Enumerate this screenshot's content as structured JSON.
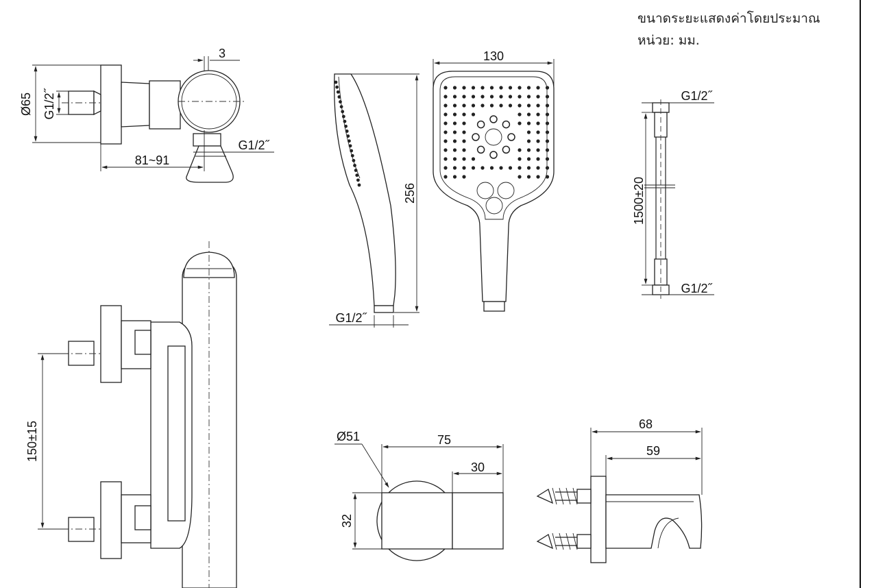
{
  "notes": {
    "line1": "ขนาดระยะแสดงค่าโดยประมาณ",
    "line2": "หน่วย: มม."
  },
  "dimensions": {
    "valve_top": {
      "diameter": "Ø65",
      "inlet": "G1/2˝",
      "gap": "3",
      "outlet": "G1/2˝",
      "depth": "81~91"
    },
    "valve_front": {
      "spacing": "150±15"
    },
    "hand_shower": {
      "width": "130",
      "length": "256",
      "thread": "G1/2˝"
    },
    "hose": {
      "top_thread": "G1/2˝",
      "length": "1500±20",
      "bottom_thread": "G1/2˝"
    },
    "holder": {
      "diameter": "Ø51",
      "length": "75",
      "part": "30",
      "height": "32"
    },
    "elbow": {
      "total": "68",
      "outlet": "59"
    }
  },
  "colors": {
    "line": "#222222",
    "background": "#ffffff"
  }
}
